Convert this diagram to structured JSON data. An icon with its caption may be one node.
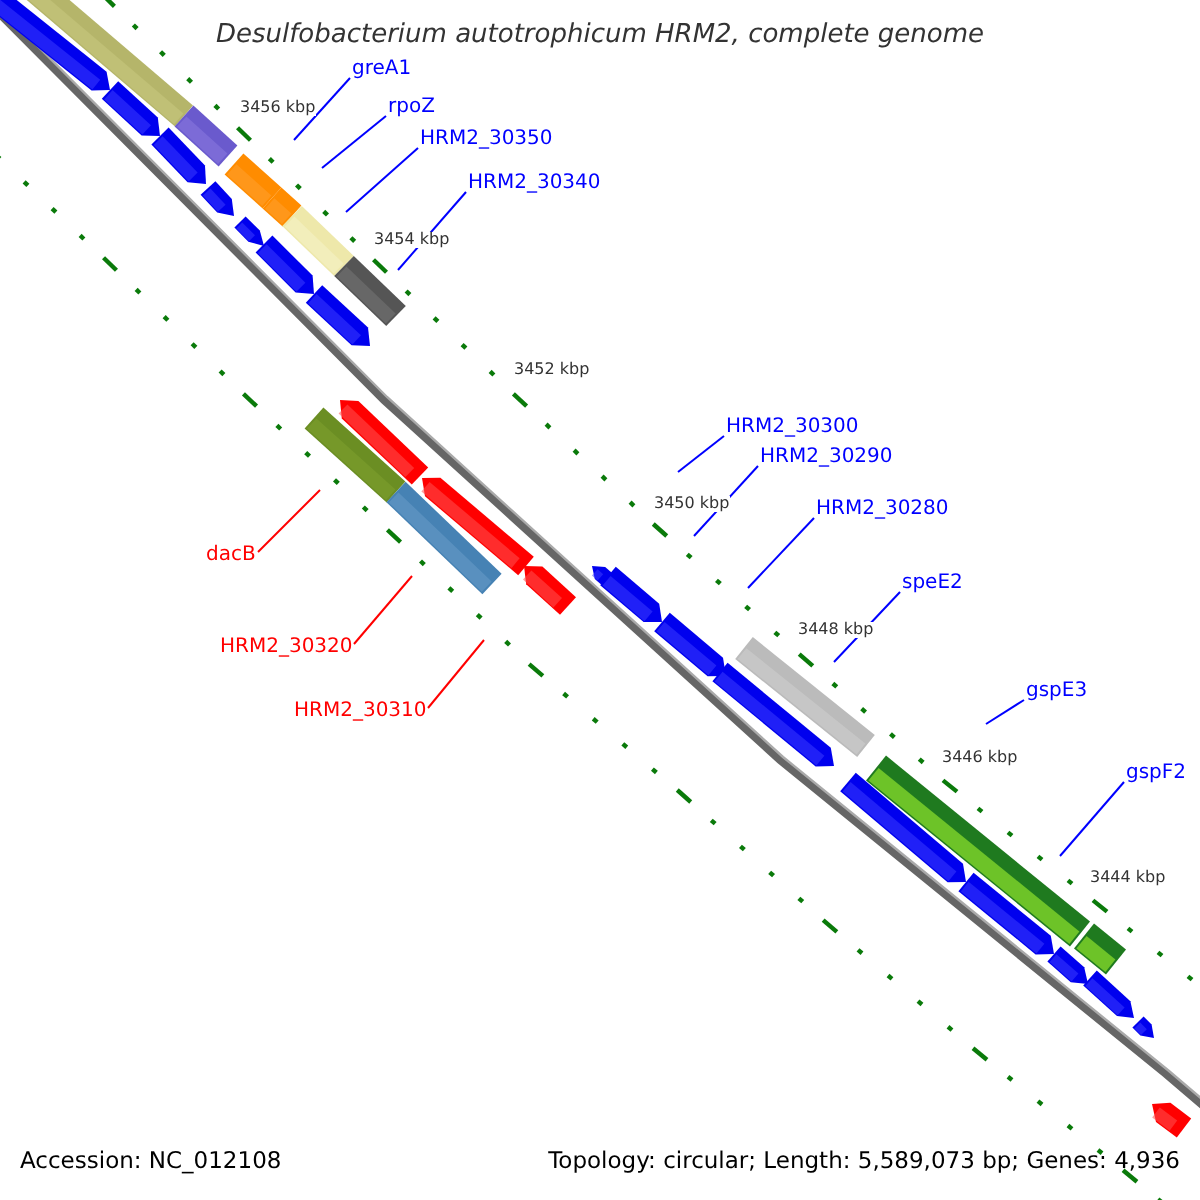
{
  "diagram": {
    "title": "Desulfobacterium autotrophicum HRM2, complete genome",
    "nodes": [
      {
        "text": [
          "greA1"
        ]
      },
      {
        "text": [
          "rpoZ"
        ]
      },
      {
        "text": [
          "HRM2_30350"
        ]
      },
      {
        "text": [
          "HRM2_30340"
        ]
      },
      {
        "text": [
          "HRM2_30300"
        ]
      },
      {
        "text": [
          "HRM2_30290"
        ]
      },
      {
        "text": [
          "HRM2_30280"
        ]
      },
      {
        "text": [
          "speE2"
        ]
      },
      {
        "text": [
          "gspE3"
        ]
      },
      {
        "text": [
          "gspF2"
        ]
      },
      {
        "text": [
          "dacB"
        ]
      },
      {
        "text": [
          "HRM2_30320"
        ]
      },
      {
        "text": [
          "HRM2_30310"
        ]
      }
    ],
    "edges": [
      {
        "from": 0,
        "to": null,
        "arrow": "none"
      },
      {
        "from": 1,
        "to": null,
        "arrow": "none"
      },
      {
        "from": 2,
        "to": null,
        "arrow": "none"
      },
      {
        "from": 3,
        "to": null,
        "arrow": "none"
      },
      {
        "from": 4,
        "to": null,
        "arrow": "none"
      },
      {
        "from": 5,
        "to": null,
        "arrow": "none"
      },
      {
        "from": 6,
        "to": null,
        "arrow": "none"
      },
      {
        "from": 7,
        "to": null,
        "arrow": "none"
      },
      {
        "from": 8,
        "to": null,
        "arrow": "none"
      },
      {
        "from": 9,
        "to": null,
        "arrow": "none"
      },
      {
        "from": 10,
        "to": null,
        "arrow": "none",
        "color": "#ff0000"
      },
      {
        "from": 11,
        "to": null,
        "arrow": "none",
        "color": "#ff0000"
      },
      {
        "from": 12,
        "to": null,
        "arrow": "none",
        "color": "#ff0000"
      }
    ],
    "labels": [
      "3456 kbp",
      "3454 kbp",
      "3452 kbp",
      "3450 kbp",
      "3448 kbp",
      "3446 kbp",
      "3444 kbp",
      "Accession: NC_012108",
      "Topology: circular; Length: 5,589,073 bp; Genes: 4,936"
    ]
  }
}
